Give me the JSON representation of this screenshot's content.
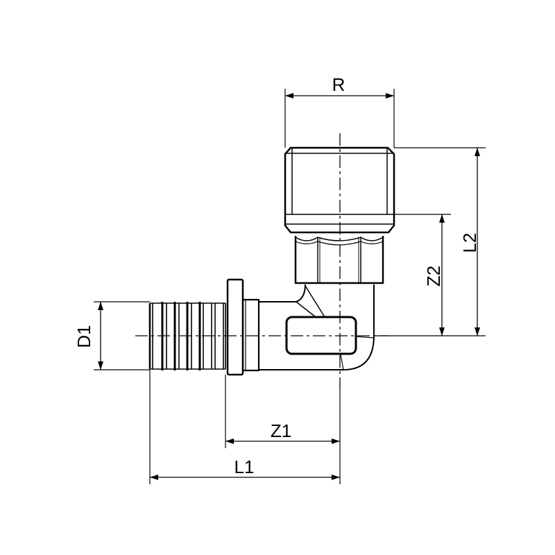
{
  "labels": {
    "R": "R",
    "L2": "L2",
    "Z2": "Z2",
    "D1": "D1",
    "Z1": "Z1",
    "L1": "L1"
  },
  "colors": {
    "line": "#000000",
    "background": "#ffffff"
  }
}
